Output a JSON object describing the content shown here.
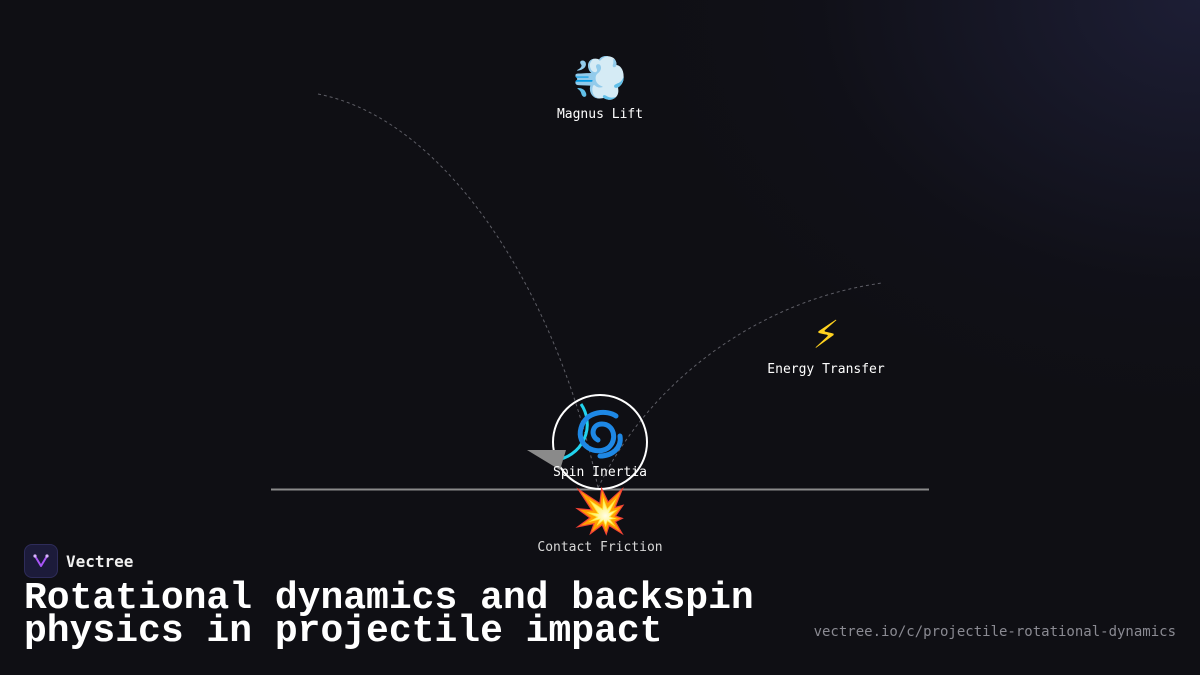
{
  "diagram": {
    "nodes": {
      "magnus": {
        "emoji": "💨",
        "label": "Magnus Lift"
      },
      "energy": {
        "emoji": "⚡",
        "label": "Energy Transfer"
      },
      "spin": {
        "emoji": "🌀",
        "label": "Spin Inertia"
      },
      "friction": {
        "emoji": "💥",
        "label": "Contact Friction"
      }
    }
  },
  "brand": {
    "name": "Vectree"
  },
  "title": {
    "line1": "Rotational dynamics and backspin",
    "line2": "physics in projectile impact"
  },
  "url": "vectree.io/c/projectile-rotational-dynamics",
  "colors": {
    "background": "#0f0f14",
    "spin_arc": "#22d3ee",
    "spin_icon": "#1e88e5",
    "ground": "#8a8a8a"
  }
}
